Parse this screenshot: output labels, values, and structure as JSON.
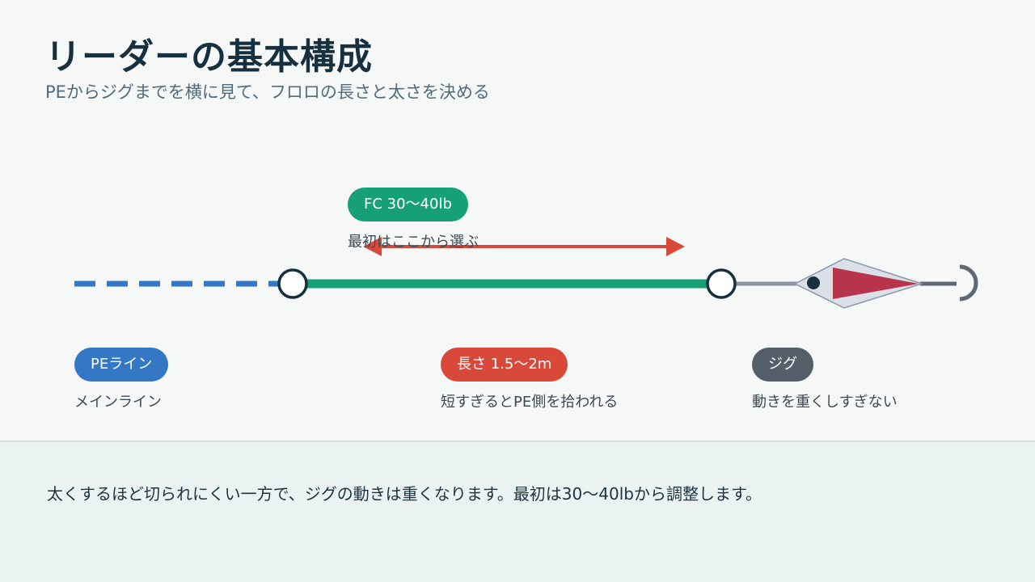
{
  "header": {
    "title": "リーダーの基本構成",
    "subtitle": "PEからジグまでを横に見て、フロロの長さと太さを決める"
  },
  "labels": {
    "fc": {
      "tag": "FC 30〜40lb",
      "caption": "最初はここから選ぶ"
    },
    "pe": {
      "tag": "PEライン",
      "caption": "メインライン"
    },
    "length": {
      "tag": "長さ 1.5〜2m",
      "caption": "短すぎるとPE側を拾われる"
    },
    "jig": {
      "tag": "ジグ",
      "caption": "動きを重くしすぎない"
    }
  },
  "footer": {
    "note": "太くするほど切られにくい一方で、ジグの動きは重くなります。最初は30〜40lbから調整します。"
  },
  "colors": {
    "pe_line": "#3477c4",
    "leader": "#17a077",
    "arrow": "#d9493a",
    "jig_line": "#8a95a0",
    "jig_body": "#dbe0e8",
    "jig_fin": "#b8344a",
    "knot": "#16303f"
  }
}
